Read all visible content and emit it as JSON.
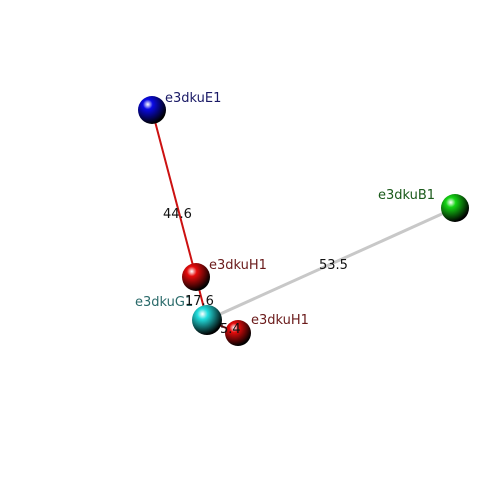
{
  "colors": {
    "background": "#ffffff",
    "bond_red": "#cc1111",
    "bond_gray": "#c8c8c8",
    "atom_blue": "#0a0ae6",
    "atom_red": "#e60b0b",
    "atom_green": "#14d414",
    "atom_cyan": "#22dddd",
    "label_blue": "#1a1a66",
    "label_red": "#6a1a1a",
    "label_green": "#1a5a1a",
    "label_cyan": "#2a6a6a"
  },
  "atoms": [
    {
      "id": "E1",
      "label": "e3dkuE1",
      "color": "atom_blue",
      "label_color": "label_blue"
    },
    {
      "id": "H1a",
      "label": "e3dkuH1",
      "color": "atom_red",
      "label_color": "label_red"
    },
    {
      "id": "B1",
      "label": "e3dkuB1",
      "color": "atom_green",
      "label_color": "label_green"
    },
    {
      "id": "G1",
      "label": "e3dkuG1",
      "color": "atom_cyan",
      "label_color": "label_cyan"
    },
    {
      "id": "H1b",
      "label": "e3dkuH1",
      "color": "atom_red",
      "label_color": "label_red"
    }
  ],
  "bonds": [
    {
      "id": "E1-H1a",
      "from": "E1",
      "to": "H1a",
      "distance": "44.6",
      "color": "bond_red"
    },
    {
      "id": "H1a-G1",
      "from": "H1a",
      "to": "G1",
      "distance": "17.6",
      "color": "bond_red"
    },
    {
      "id": "G1-B1",
      "from": "G1",
      "to": "B1",
      "distance": "53.5",
      "color": "bond_gray"
    },
    {
      "id": "G1-H1b",
      "from": "G1",
      "to": "H1b",
      "distance": "5.4",
      "color": "bond_red"
    }
  ]
}
